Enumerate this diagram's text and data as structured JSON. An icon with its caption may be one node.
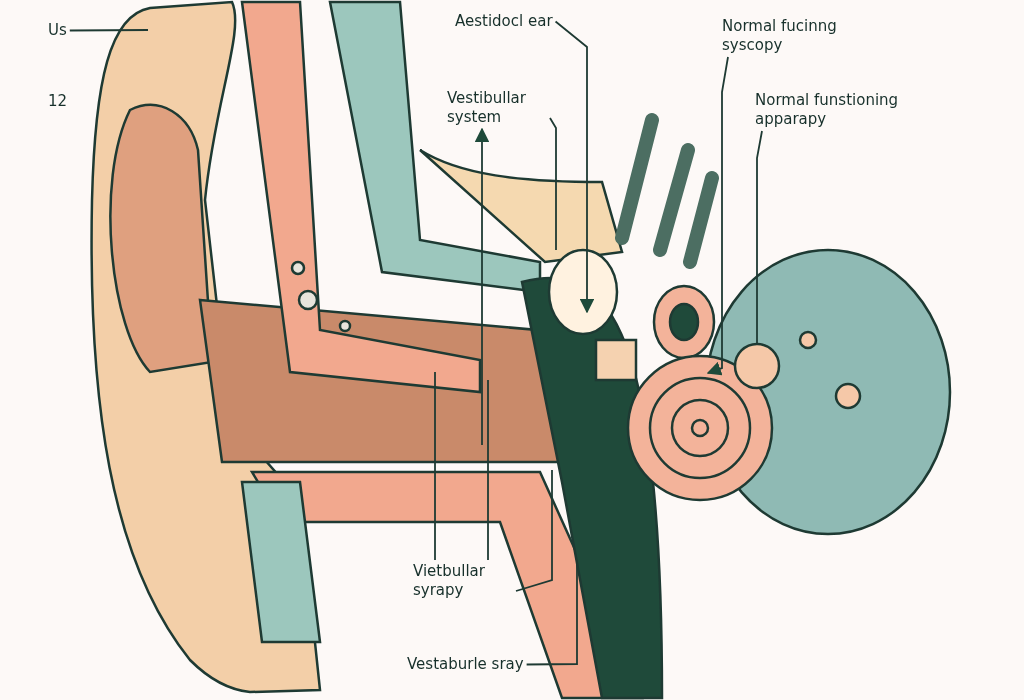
{
  "diagram": {
    "nodes": [
      {
        "text": [
          "Us"
        ]
      },
      {
        "text": [
          "Aestidocl ear"
        ]
      },
      {
        "text": [
          "Vestibullar system"
        ]
      },
      {
        "text": [
          "Normal fucinng syscopy"
        ]
      },
      {
        "text": [
          "Normal funstioning apparapy"
        ]
      },
      {
        "text": [
          "Vietbullar syrapy"
        ]
      },
      {
        "text": [
          "Vestaburle sray"
        ]
      }
    ],
    "edges": [
      {
        "from": 0,
        "to": null,
        "arrow": "none"
      },
      {
        "from": 1,
        "to": null,
        "arrow": "to"
      },
      {
        "from": null,
        "to": 2,
        "arrow": "to"
      },
      {
        "from": 2,
        "to": null,
        "arrow": "none"
      },
      {
        "from": 3,
        "to": null,
        "arrow": "to"
      },
      {
        "from": 4,
        "to": null,
        "arrow": "none"
      },
      {
        "from": 5,
        "to": null,
        "arrow": "none"
      },
      {
        "from": 5,
        "to": null,
        "arrow": "none"
      },
      {
        "from": 5,
        "to": null,
        "arrow": "none"
      },
      {
        "from": 6,
        "to": null,
        "arrow": "none"
      }
    ],
    "labels": [
      "12"
    ]
  }
}
